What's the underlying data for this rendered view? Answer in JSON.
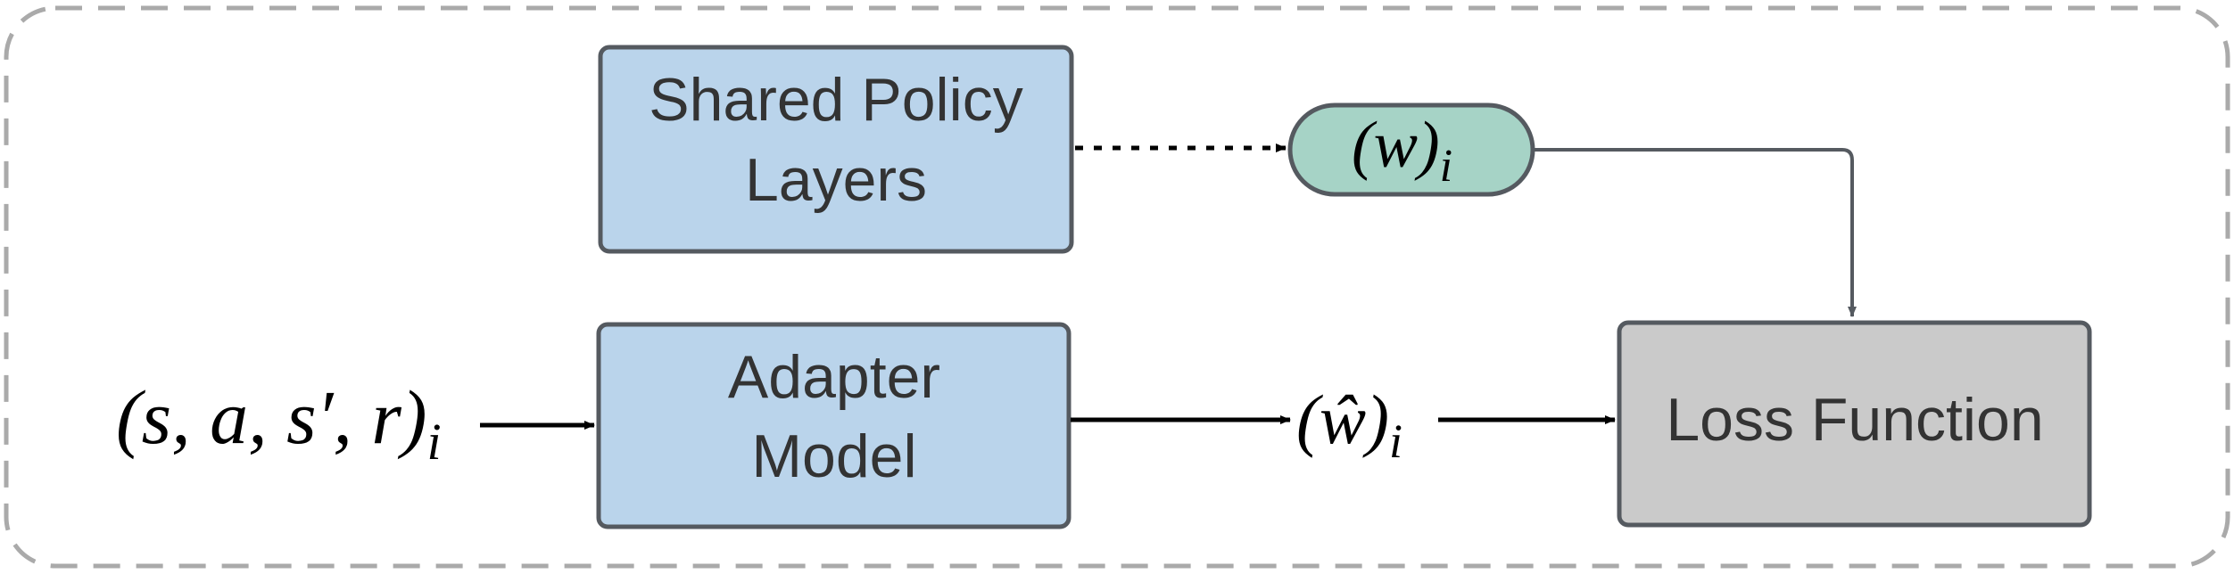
{
  "diagram": {
    "nodes": {
      "shared_policy": {
        "line1": "Shared Policy",
        "line2": "Layers",
        "fill": "#bad4eb",
        "stroke": "#555a60"
      },
      "adapter": {
        "line1": "Adapter",
        "line2": "Model",
        "fill": "#bad4eb",
        "stroke": "#555a60"
      },
      "loss": {
        "label": "Loss Function",
        "fill": "#cacaca",
        "stroke": "#555a60"
      },
      "w_pill": {
        "base": "(w)",
        "sub": "i",
        "fill": "#a6d3c6",
        "stroke": "#555a60"
      },
      "w_hat": {
        "base": "(ŵ)",
        "sub": "i"
      },
      "input": {
        "base": "(s, a, s′, r)",
        "sub": "i"
      }
    },
    "edges": [
      {
        "from": "shared_policy",
        "to": "w_pill",
        "style": "dotted"
      },
      {
        "from": "w_pill",
        "to": "loss",
        "style": "solid-gray"
      },
      {
        "from": "input",
        "to": "adapter",
        "style": "solid"
      },
      {
        "from": "adapter",
        "to": "w_hat",
        "style": "solid"
      },
      {
        "from": "w_hat",
        "to": "loss",
        "style": "solid"
      }
    ],
    "frame": {
      "stroke": "#aaaaaa",
      "style": "dashed"
    }
  }
}
